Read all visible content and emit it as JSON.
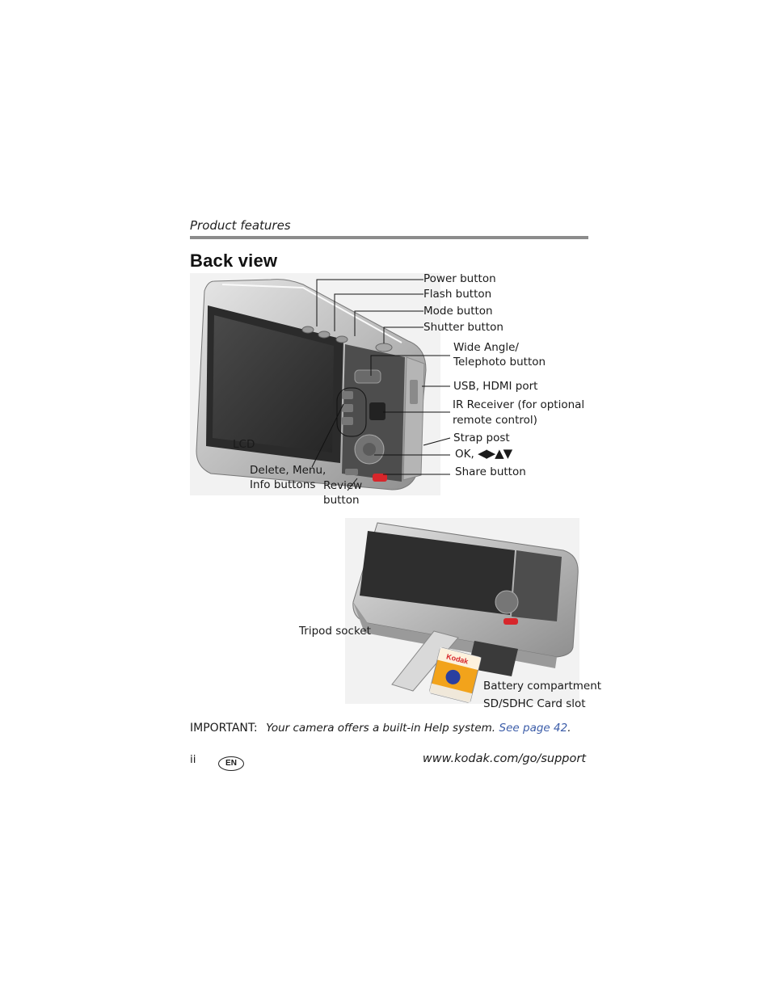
{
  "header": {
    "section": "Product features"
  },
  "page_title": "Back view",
  "back_view_labels": {
    "power": "Power button",
    "flash": "Flash button",
    "mode": "Mode button",
    "shutter": "Shutter button",
    "wide_line1": "Wide Angle/",
    "wide_line2": "Telephoto button",
    "usb": "USB, HDMI port",
    "ir_line1": "IR Receiver (for optional",
    "ir_line2": "remote control)",
    "strap": "Strap post",
    "ok_prefix": "OK,",
    "share": "Share button",
    "lcd": "LCD",
    "delete_line1": "Delete, Menu,",
    "delete_line2": "Info buttons",
    "review_line1": "Review",
    "review_line2": "button"
  },
  "bottom_view_labels": {
    "tripod": "Tripod socket",
    "battery": "Battery compartment",
    "sd": "SD/SDHC Card slot"
  },
  "card_brand": "Kodak",
  "important": {
    "label": "IMPORTANT:",
    "message": "Your camera offers a built-in Help system.",
    "link": "See page 42",
    "end": "."
  },
  "footer": {
    "page_number": "ii",
    "lang": "EN",
    "url": "www.kodak.com/go/support"
  },
  "colors": {
    "link": "#3b5ca8",
    "rule": "#8c8c8c",
    "share_button": "#d7262b",
    "sd_card": "#f2a31b"
  }
}
